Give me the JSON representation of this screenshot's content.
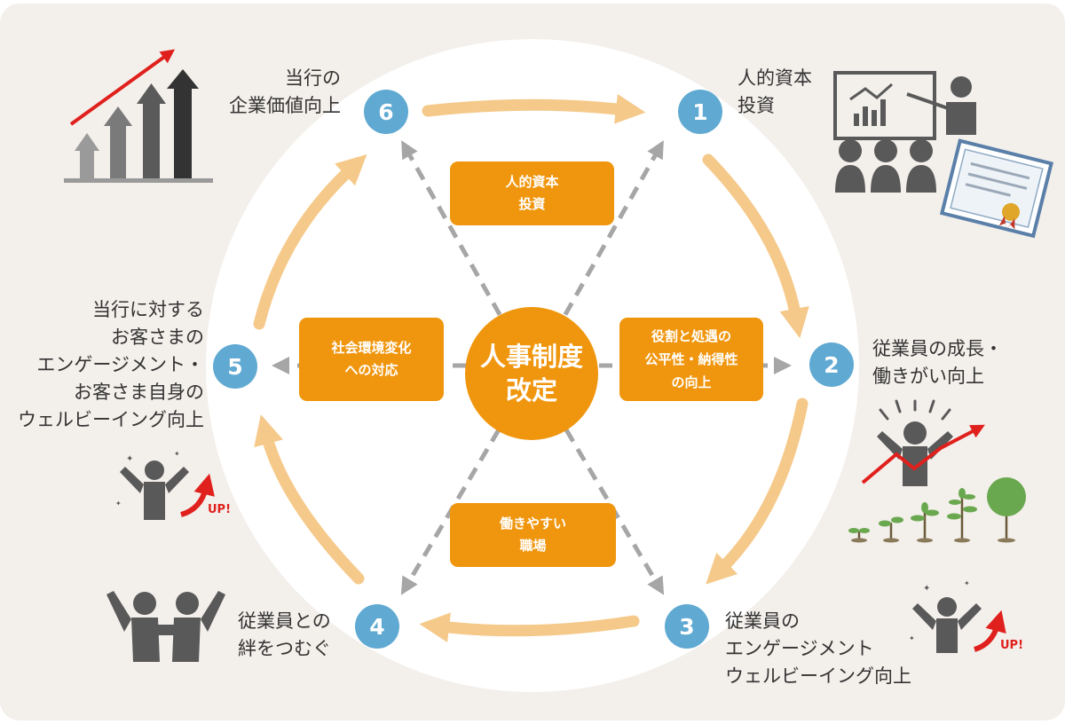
{
  "center": {
    "line1": "人事制度",
    "line2": "改定"
  },
  "inner_boxes": {
    "top": {
      "line1": "人的資本",
      "line2": "投資"
    },
    "right": {
      "line1": "役割と処遇の",
      "line2": "公平性・納得性",
      "line3": "の向上"
    },
    "left": {
      "line1": "社会環境変化",
      "line2": "への対応"
    },
    "bottom": {
      "line1": "働きやすい",
      "line2": "職場"
    }
  },
  "nodes": [
    {
      "number": "1",
      "lines": [
        "人的資本",
        "投資"
      ]
    },
    {
      "number": "2",
      "lines": [
        "従業員の成長・",
        "働きがい向上"
      ]
    },
    {
      "number": "3",
      "lines": [
        "従業員の",
        "エンゲージメント",
        "ウェルビーイング向上"
      ]
    },
    {
      "number": "4",
      "lines": [
        "従業員との",
        "絆をつむぐ"
      ]
    },
    {
      "number": "5",
      "lines": [
        "当行に対する",
        "お客さまの",
        "エンゲージメント・",
        "お客さま自身の",
        "ウェルビーイング向上"
      ]
    },
    {
      "number": "6",
      "lines": [
        "当行の",
        "企業価値向上"
      ]
    }
  ],
  "badges": {
    "up_left": "UP!",
    "up_right": "UP!"
  },
  "colors": {
    "background": "#f3efeb",
    "circle": "#ffffff",
    "orange": "#f0960e",
    "arrow": "#f5c98a",
    "node": "#5fa9d2",
    "dashed": "#a6a6a6",
    "icon": "#595959",
    "red": "#e0201c",
    "green": "#6aa84f"
  },
  "icons": [
    "rising-bar-chart-icon",
    "presentation-audience-icon",
    "certificate-icon",
    "cheering-person-growth-icon",
    "seedlings-growth-icon",
    "cheering-person-up-icon",
    "two-people-embrace-icon"
  ]
}
